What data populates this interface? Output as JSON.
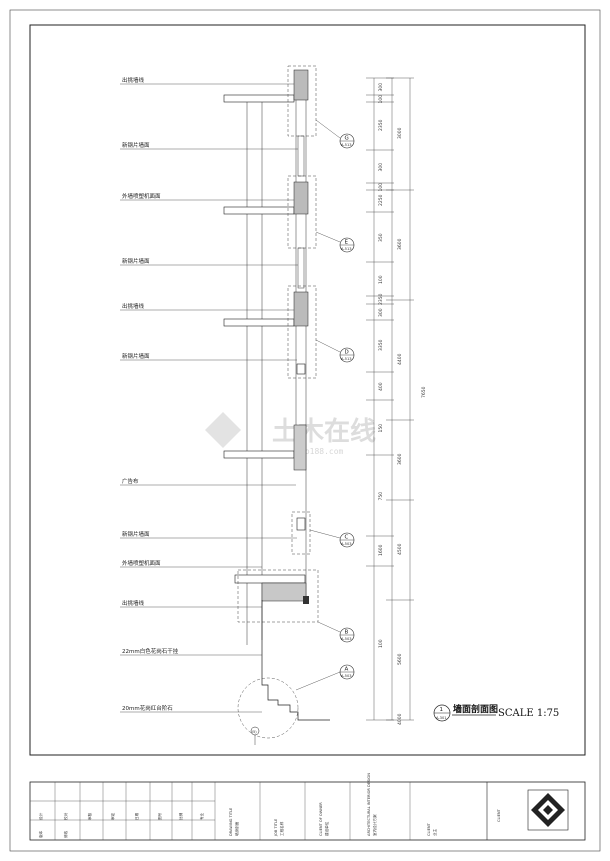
{
  "drawing": {
    "title": "墙面剖面图",
    "scale": "SCALE 1:75",
    "title_ref_top": "1",
    "title_ref_bottom": "A-301",
    "overall_dimension": "7650",
    "watermark_text": "土木在线",
    "watermark_sub": "co188.com",
    "centerline_marker": "(5)"
  },
  "callouts": [
    {
      "text": "出挑墙线"
    },
    {
      "text": "新钢片墙面"
    },
    {
      "text": "外墙喷塑机面面"
    },
    {
      "text": "新钢片墙面"
    },
    {
      "text": "出挑墙线"
    },
    {
      "text": "新钢片墙面"
    },
    {
      "text": "广告布"
    },
    {
      "text": "新钢片墙面"
    },
    {
      "text": "外墙喷塑机面面"
    },
    {
      "text": "出挑墙线"
    },
    {
      "text": "22mm白色花岗石干挂"
    },
    {
      "text": "20mm花岗红台阶石"
    }
  ],
  "detail_refs": [
    {
      "letter": "G",
      "sheet": "A-513"
    },
    {
      "letter": "E",
      "sheet": "A-513"
    },
    {
      "letter": "D",
      "sheet": "A-513"
    },
    {
      "letter": "C",
      "sheet": "A-503"
    },
    {
      "letter": "B",
      "sheet": "A-503"
    },
    {
      "letter": "A",
      "sheet": "A-503"
    }
  ],
  "dims_inner": [
    "300",
    "100",
    "2350",
    "300",
    "100",
    "2250",
    "350",
    "100",
    "2350",
    "300",
    "3350",
    "400",
    "150",
    "750",
    "1600",
    "100"
  ],
  "dims_outer": [
    "3000",
    "3600",
    "4400",
    "3600",
    "4500",
    "5600",
    "4000"
  ],
  "title_block": {
    "columns": [
      {
        "lines": [
          "DRAWING TITLE",
          "墙身剖面"
        ]
      },
      {
        "lines": [
          "JOB TITLE",
          "工程名称"
        ]
      },
      {
        "lines": [
          "CLIENT OF OWNER",
          "建设单位"
        ]
      },
      {
        "lines": [
          "ARCHITECTURAL INTERIOR DESIGN",
          "室内设计方案"
        ]
      },
      {
        "lines": [
          "CLIENT",
          "业主"
        ]
      }
    ],
    "small_cells": [
      "设计",
      "校对",
      "审核",
      "审定",
      "日期",
      "图号",
      "比例",
      "专业",
      "版本",
      "修改"
    ],
    "logo_label": "CLIENT"
  }
}
